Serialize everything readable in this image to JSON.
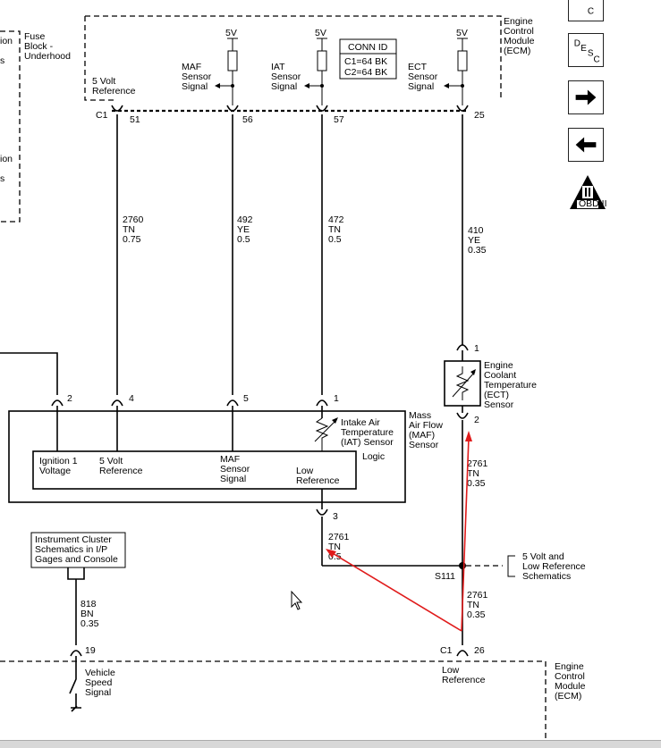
{
  "ecm_top": {
    "title": [
      "Engine",
      "Control",
      "Module",
      "(ECM)"
    ]
  },
  "fuse_block": {
    "label": [
      "Fuse",
      "Block -",
      "Underhood"
    ],
    "left_fragments": [
      "ion",
      "s",
      "ion",
      "s"
    ]
  },
  "conn_id": {
    "title": "CONN ID",
    "c1": "C1=64 BK",
    "c2": "C2=64 BK"
  },
  "supply": {
    "v5": "5V"
  },
  "ecm_signals": {
    "ref5": [
      "5 Volt",
      "Reference"
    ],
    "maf": [
      "MAF",
      "Sensor",
      "Signal"
    ],
    "iat": [
      "IAT",
      "Sensor",
      "Signal"
    ],
    "ect": [
      "ECT",
      "Sensor",
      "Signal"
    ]
  },
  "connector_top": {
    "name": "C1",
    "pins": [
      "51",
      "56",
      "57",
      "25"
    ]
  },
  "wires": {
    "w2760": [
      "2760",
      "TN",
      "0.75"
    ],
    "w492": [
      "492",
      "YE",
      "0.5"
    ],
    "w472": [
      "472",
      "TN",
      "0.5"
    ],
    "w410": [
      "410",
      "YE",
      "0.35"
    ],
    "w2761a": [
      "2761",
      "TN",
      "0.35"
    ],
    "w2761b": [
      "2761",
      "TN",
      "0.5"
    ],
    "w2761c": [
      "2761",
      "TN",
      "0.35"
    ],
    "w818": [
      "818",
      "BN",
      "0.35"
    ]
  },
  "ect_sensor": {
    "label": [
      "Engine",
      "Coolant",
      "Temperature",
      "(ECT)",
      "Sensor"
    ],
    "pin1": "1",
    "pin2": "2"
  },
  "maf_sensor": {
    "label": [
      "Mass",
      "Air Flow",
      "(MAF)",
      "Sensor"
    ],
    "pins": [
      "2",
      "4",
      "5",
      "1",
      "3"
    ],
    "iat_label": [
      "Intake Air",
      "Temperature",
      "(IAT) Sensor"
    ],
    "logic": "Logic",
    "ign": [
      "Ignition 1",
      "Voltage"
    ],
    "ref5": [
      "5 Volt",
      "Reference"
    ],
    "maf_sig": [
      "MAF",
      "Sensor",
      "Signal"
    ],
    "low_ref": [
      "Low",
      "Reference"
    ]
  },
  "splice": {
    "name": "S111",
    "note": [
      "5 Volt and",
      "Low Reference",
      "Schematics"
    ]
  },
  "cluster": {
    "label": [
      "Instrument Cluster",
      "Schematics in I/P",
      "Gages and Console"
    ]
  },
  "bottom": {
    "pin19": "19",
    "vss": [
      "Vehicle",
      "Speed",
      "Signal"
    ],
    "c1": "C1",
    "pin26": "26",
    "low_ref": [
      "Low",
      "Reference"
    ],
    "ecm": [
      "Engine",
      "Control",
      "Module",
      "(ECM)"
    ]
  },
  "nav": {
    "oc_text": "C",
    "desc_text": [
      "D",
      "E",
      "S",
      "C"
    ],
    "obd_text": "OBD II"
  },
  "colors": {
    "line": "#000000",
    "arrow": "#e01b1b",
    "background": "#ffffff"
  }
}
